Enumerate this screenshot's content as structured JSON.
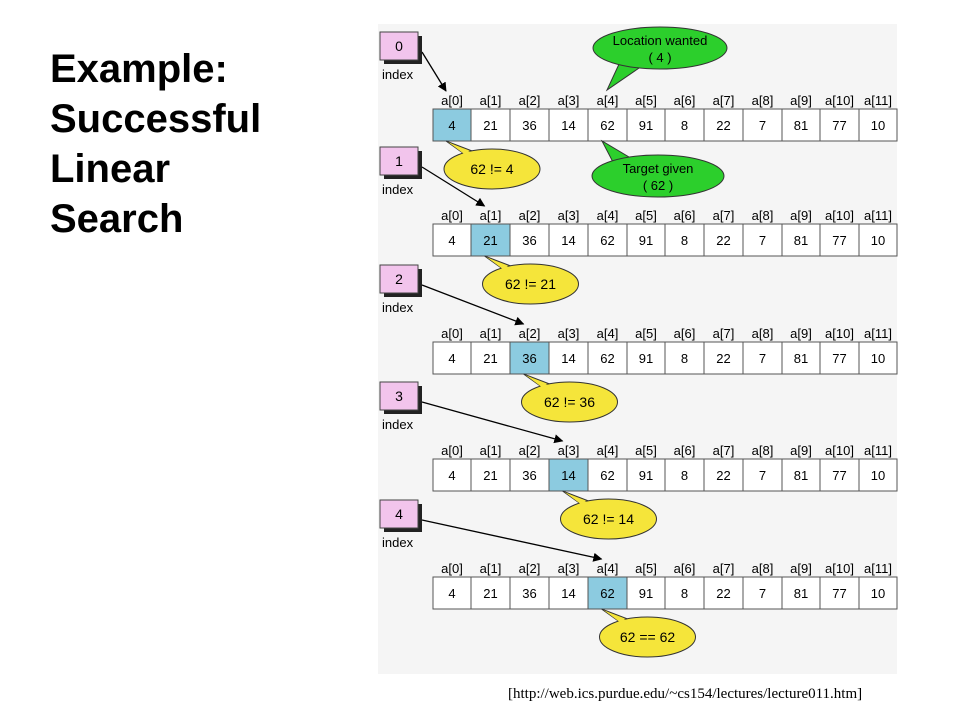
{
  "title_lines": [
    "Example:",
    "Successful",
    "Linear",
    "Search"
  ],
  "citation": "[http://web.ics.purdue.edu/~cs154/lectures/lecture011.htm]",
  "array": {
    "labels": [
      "a[0]",
      "a[1]",
      "a[2]",
      "a[3]",
      "a[4]",
      "a[5]",
      "a[6]",
      "a[7]",
      "a[8]",
      "a[9]",
      "a[10]",
      "a[11]"
    ],
    "values": [
      "4",
      "21",
      "36",
      "14",
      "62",
      "91",
      "8",
      "22",
      "7",
      "81",
      "77",
      "10"
    ]
  },
  "index_label": "index",
  "steps": [
    {
      "index": "0",
      "bubble": "62 != 4"
    },
    {
      "index": "1",
      "bubble": "62 != 21"
    },
    {
      "index": "2",
      "bubble": "62 != 36"
    },
    {
      "index": "3",
      "bubble": "62 != 14"
    },
    {
      "index": "4",
      "bubble": "62 == 62"
    }
  ],
  "callouts": {
    "location_wanted": {
      "line1": "Location wanted",
      "line2": "( 4 )"
    },
    "target_given": {
      "line1": "Target given",
      "line2": "( 62 )"
    }
  },
  "colors": {
    "highlight": "#8ccbe0",
    "index_box": "#f2c4ec",
    "bubble_yellow": "#f5e53a",
    "bubble_green": "#2ccf2c"
  }
}
